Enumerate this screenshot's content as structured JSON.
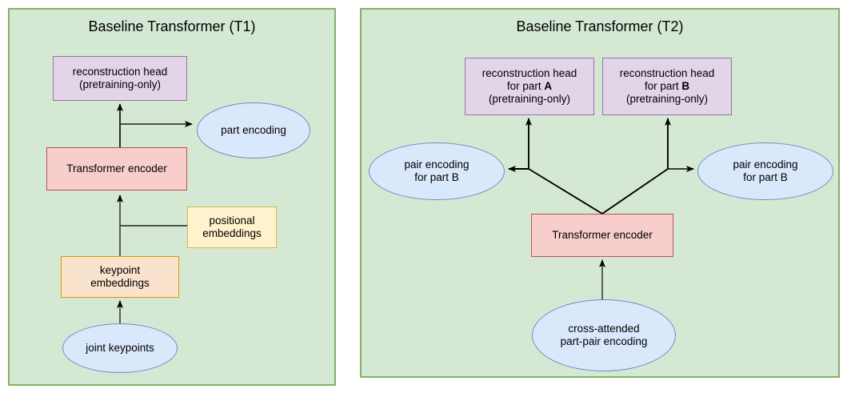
{
  "colors": {
    "panel_fill": "#d5e8d4",
    "panel_border": "#82b366",
    "purple_fill": "#e1d5e7",
    "purple_border": "#9673a6",
    "pink_fill": "#f8cecc",
    "pink_border": "#b85450",
    "orange_fill": "#fae3cd",
    "orange_border": "#d79b00",
    "yellow_fill": "#fff2cc",
    "yellow_border": "#d6b656",
    "blue_fill": "#dae8fc",
    "blue_border": "#6c8ebf",
    "edge": "#000000"
  },
  "panels": [
    {
      "id": "T1",
      "title": "Baseline Transformer (T1)",
      "nodes": [
        {
          "id": "t1-recon-head",
          "shape": "box",
          "style": "purple",
          "line1": "reconstruction head",
          "line2": "(pretraining-only)"
        },
        {
          "id": "t1-part-enc",
          "shape": "ellipse",
          "style": "blue",
          "line1": "part encoding"
        },
        {
          "id": "t1-encoder",
          "shape": "box",
          "style": "pink",
          "line1": "Transformer encoder"
        },
        {
          "id": "t1-pos-emb",
          "shape": "box",
          "style": "yellow",
          "line1": "positional",
          "line2": "embeddings"
        },
        {
          "id": "t1-kp-emb",
          "shape": "box",
          "style": "orange",
          "line1": "keypoint",
          "line2": "embeddings"
        },
        {
          "id": "t1-joint-kp",
          "shape": "ellipse",
          "style": "blue",
          "line1": "joint keypoints"
        }
      ],
      "edges": [
        {
          "from": "t1-joint-kp",
          "to": "t1-kp-emb",
          "arrow": true
        },
        {
          "from": "t1-kp-emb",
          "to": "t1-encoder",
          "arrow": true
        },
        {
          "from": "t1-pos-emb",
          "to": "t1-encoder",
          "arrow": false
        },
        {
          "from": "t1-encoder",
          "to": "t1-recon-head",
          "arrow": true
        },
        {
          "from": "t1-encoder",
          "to": "t1-part-enc",
          "arrow": true
        }
      ]
    },
    {
      "id": "T2",
      "title": "Baseline Transformer (T2)",
      "nodes": [
        {
          "id": "t2-recon-a",
          "shape": "box",
          "style": "purple",
          "line1": "reconstruction head",
          "line2_pre": "for part ",
          "line2_bold": "A",
          "line3": "(pretraining-only)"
        },
        {
          "id": "t2-recon-b",
          "shape": "box",
          "style": "purple",
          "line1": "reconstruction head",
          "line2_pre": "for part ",
          "line2_bold": "B",
          "line3": "(pretraining-only)"
        },
        {
          "id": "t2-pair-left",
          "shape": "ellipse",
          "style": "blue",
          "line1": "pair encoding",
          "line2": "for part B"
        },
        {
          "id": "t2-pair-right",
          "shape": "ellipse",
          "style": "blue",
          "line1": "pair encoding",
          "line2": "for part B"
        },
        {
          "id": "t2-encoder",
          "shape": "box",
          "style": "pink",
          "line1": "Transformer encoder"
        },
        {
          "id": "t2-cross",
          "shape": "ellipse",
          "style": "blue",
          "line1": "cross-attended",
          "line2": "part-pair encoding"
        }
      ],
      "edges": [
        {
          "from": "t2-cross",
          "to": "t2-encoder",
          "arrow": true
        },
        {
          "from": "t2-encoder",
          "to": "t2-pair-left",
          "arrow": true
        },
        {
          "from": "t2-encoder",
          "to": "t2-pair-right",
          "arrow": true
        },
        {
          "from": "t2-encoder",
          "to": "t2-recon-a",
          "arrow": true
        },
        {
          "from": "t2-encoder",
          "to": "t2-recon-b",
          "arrow": true
        }
      ]
    }
  ]
}
